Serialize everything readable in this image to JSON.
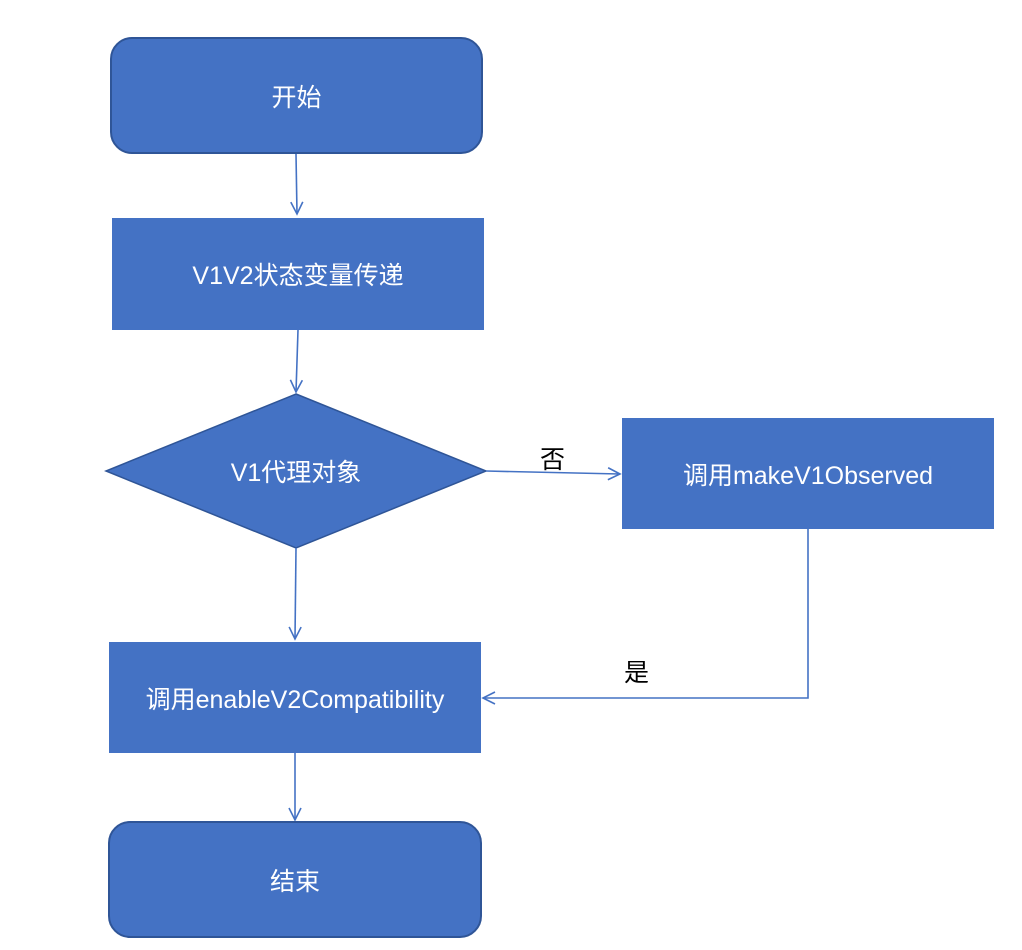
{
  "diagram": {
    "type": "flowchart",
    "fill_color": "#4472c4",
    "border_color": "#2f5597",
    "line_color": "#4472c4",
    "nodes": {
      "start": {
        "label": "开始",
        "shape": "rounded-rect"
      },
      "pass_state": {
        "label": "V1V2状态变量传递",
        "shape": "rect"
      },
      "decision": {
        "label": "V1代理对象",
        "shape": "diamond"
      },
      "make_observed": {
        "label": "调用makeV1Observed",
        "shape": "rect"
      },
      "enable_compat": {
        "label": "调用enableV2Compatibility",
        "shape": "rect"
      },
      "end": {
        "label": "结束",
        "shape": "rounded-rect"
      }
    },
    "edges": [
      {
        "from": "start",
        "to": "pass_state",
        "label": ""
      },
      {
        "from": "pass_state",
        "to": "decision",
        "label": ""
      },
      {
        "from": "decision",
        "to": "make_observed",
        "label": "否"
      },
      {
        "from": "decision",
        "to": "enable_compat",
        "label": ""
      },
      {
        "from": "make_observed",
        "to": "enable_compat",
        "label": "是"
      },
      {
        "from": "enable_compat",
        "to": "end",
        "label": ""
      }
    ],
    "edge_labels": {
      "no": "否",
      "yes": "是"
    }
  }
}
